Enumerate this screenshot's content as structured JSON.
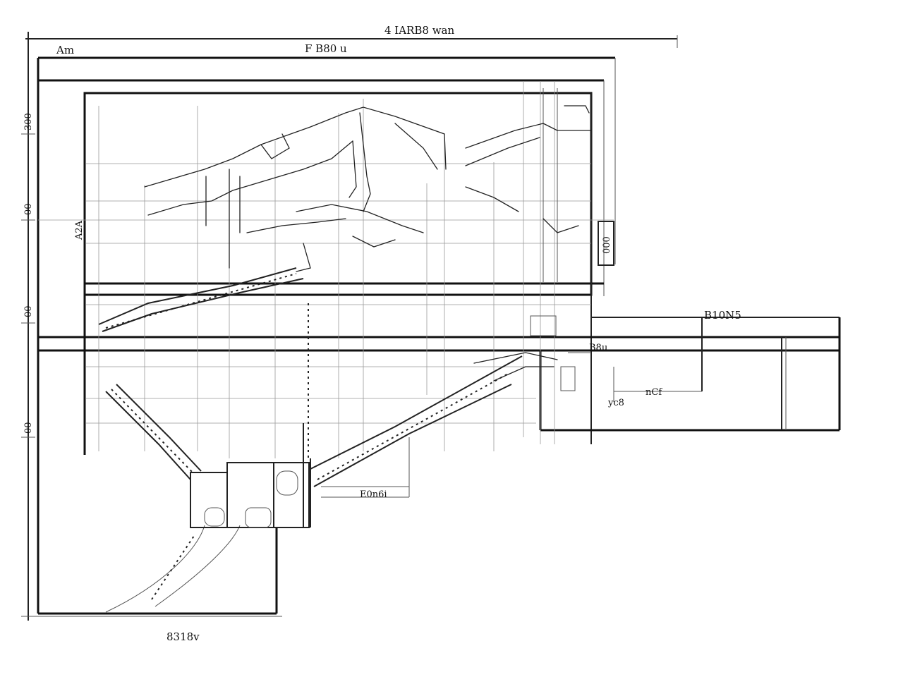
{
  "colors": {
    "ink": "#111111",
    "background": "#ffffff"
  },
  "labels": {
    "top_dimension": "4 IARB8 wan",
    "top_left": "Am",
    "top_center": "F B80 u",
    "right_callout": "B10N5",
    "mid_right_dim": "B8u",
    "small_right": "yc8",
    "small_right_2": "nCf",
    "bottom_center": "E0n6i",
    "bottom_dimension": "8318v",
    "left_dim_1": "300",
    "left_dim_2": "00",
    "left_dim_3": "00",
    "left_dim_4": "00",
    "right_box": "000",
    "left_side_text": "A2A"
  }
}
